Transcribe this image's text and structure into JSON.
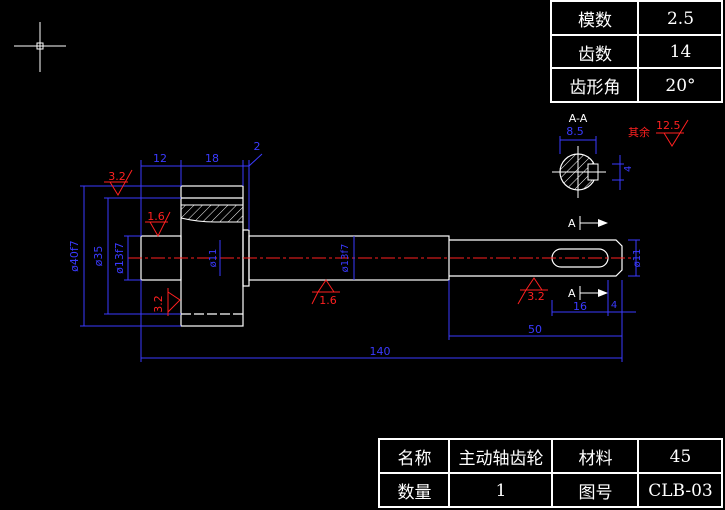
{
  "param_table": {
    "rows": [
      {
        "label": "模数",
        "value": "2.5"
      },
      {
        "label": "齿数",
        "value": "14"
      },
      {
        "label": "齿形角",
        "value": "20°"
      }
    ]
  },
  "title_block": {
    "name_label": "名称",
    "name_value": "主动轴齿轮",
    "material_label": "材料",
    "material_value": "45",
    "qty_label": "数量",
    "qty_value": "1",
    "drawing_no_label": "图号",
    "drawing_no_value": "CLB-03"
  },
  "section": {
    "label": "A-A",
    "width_dim": "8.5",
    "depth_dim": "4"
  },
  "rest_finish": {
    "label": "其余",
    "value": "12.5"
  },
  "section_markers": {
    "top": "A",
    "bottom": "A"
  },
  "dims": {
    "len_12": "12",
    "len_18": "18",
    "len_2": "2",
    "dia_40": "ø40f7",
    "dia_35": "ø35",
    "dia_13_left": "ø13f7",
    "dia_11_left": "ø11",
    "dia_13_mid": "ø13f7",
    "dia_11_right": "ø11",
    "len_16": "16",
    "len_4": "4",
    "len_50": "50",
    "len_140": "140"
  },
  "roughness": {
    "r1": "3.2",
    "r2": "1.6",
    "r3": "3.2",
    "r4": "1.6",
    "r5": "3.2"
  },
  "colors": {
    "outline": "#ffffff",
    "dimension": "#3a3aff",
    "annotation": "#ff2020",
    "centerline": "#ff2020"
  }
}
